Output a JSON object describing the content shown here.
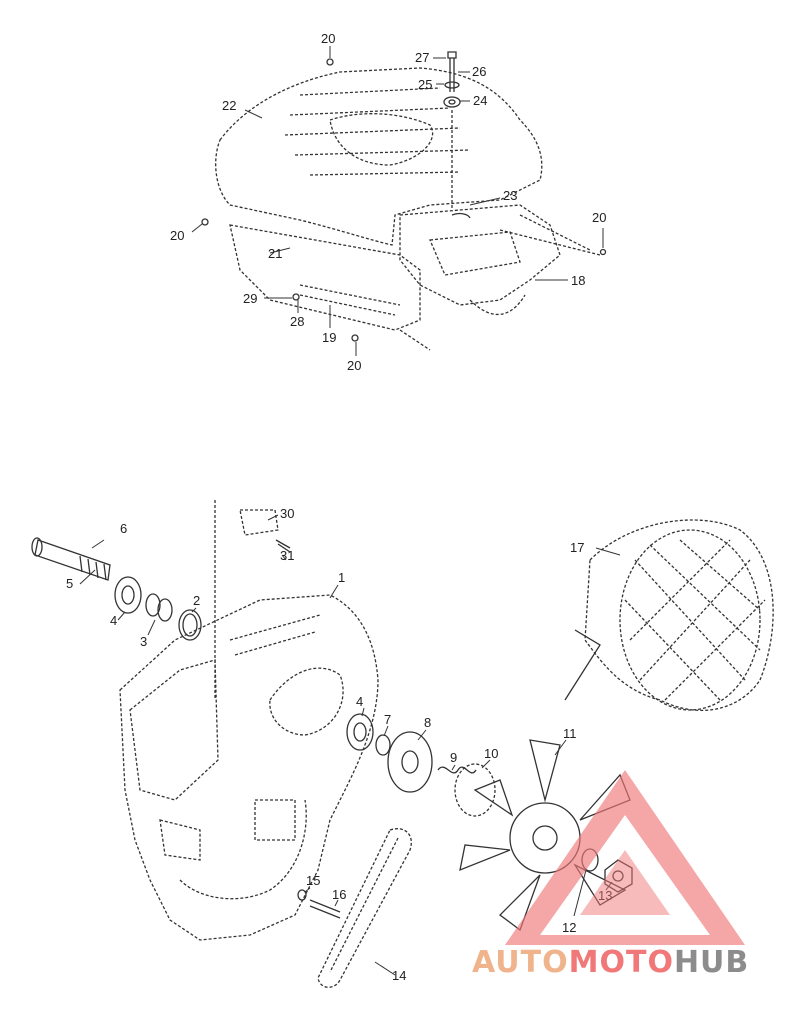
{
  "labels": {
    "top": [
      {
        "id": "p20a",
        "text": "20"
      },
      {
        "id": "p27",
        "text": "27"
      },
      {
        "id": "p26",
        "text": "26"
      },
      {
        "id": "p25",
        "text": "25"
      },
      {
        "id": "p24",
        "text": "24"
      },
      {
        "id": "p22",
        "text": "22"
      },
      {
        "id": "p23",
        "text": "23"
      },
      {
        "id": "p20b",
        "text": "20"
      },
      {
        "id": "p20c",
        "text": "20"
      },
      {
        "id": "p21",
        "text": "21"
      },
      {
        "id": "p18",
        "text": "18"
      },
      {
        "id": "p29",
        "text": "29"
      },
      {
        "id": "p28",
        "text": "28"
      },
      {
        "id": "p19",
        "text": "19"
      },
      {
        "id": "p20d",
        "text": "20"
      }
    ],
    "bottom": [
      {
        "id": "p30",
        "text": "30"
      },
      {
        "id": "p31",
        "text": "31"
      },
      {
        "id": "p6",
        "text": "6"
      },
      {
        "id": "p5",
        "text": "5"
      },
      {
        "id": "p4a",
        "text": "4"
      },
      {
        "id": "p3",
        "text": "3"
      },
      {
        "id": "p2",
        "text": "2"
      },
      {
        "id": "p1",
        "text": "1"
      },
      {
        "id": "p17",
        "text": "17"
      },
      {
        "id": "p4b",
        "text": "4"
      },
      {
        "id": "p7",
        "text": "7"
      },
      {
        "id": "p8",
        "text": "8"
      },
      {
        "id": "p9",
        "text": "9"
      },
      {
        "id": "p10",
        "text": "10"
      },
      {
        "id": "p11",
        "text": "11"
      },
      {
        "id": "p15",
        "text": "15"
      },
      {
        "id": "p16",
        "text": "16"
      },
      {
        "id": "p12",
        "text": "12"
      },
      {
        "id": "p13",
        "text": "13"
      },
      {
        "id": "p14",
        "text": "14"
      }
    ]
  },
  "watermark": {
    "part1": "AUTO",
    "part2": "MOTO",
    "part3": "HUB",
    "color_primary": "#f0b48c",
    "color_secondary": "#f07878",
    "color_tertiary": "#8c8c8c"
  }
}
